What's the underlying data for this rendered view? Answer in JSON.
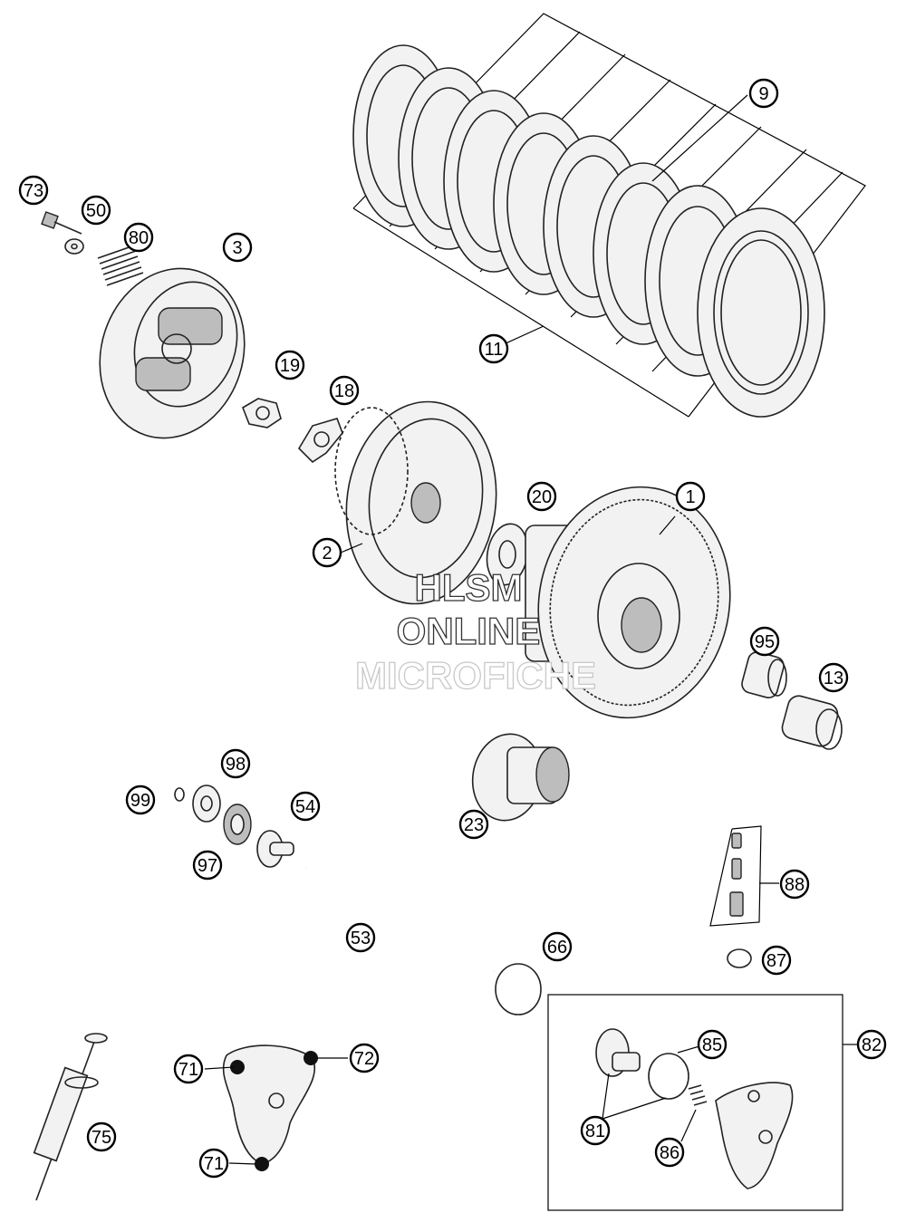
{
  "callouts": [
    {
      "id": "c1",
      "label": "1"
    },
    {
      "id": "c2",
      "label": "2"
    },
    {
      "id": "c3",
      "label": "3"
    },
    {
      "id": "c9",
      "label": "9"
    },
    {
      "id": "c11",
      "label": "11"
    },
    {
      "id": "c13",
      "label": "13"
    },
    {
      "id": "c18",
      "label": "18"
    },
    {
      "id": "c19",
      "label": "19"
    },
    {
      "id": "c20",
      "label": "20"
    },
    {
      "id": "c23",
      "label": "23"
    },
    {
      "id": "c50",
      "label": "50"
    },
    {
      "id": "c53",
      "label": "53"
    },
    {
      "id": "c54",
      "label": "54"
    },
    {
      "id": "c66",
      "label": "66"
    },
    {
      "id": "c71a",
      "label": "71"
    },
    {
      "id": "c71b",
      "label": "71"
    },
    {
      "id": "c72",
      "label": "72"
    },
    {
      "id": "c73",
      "label": "73"
    },
    {
      "id": "c75",
      "label": "75"
    },
    {
      "id": "c80",
      "label": "80"
    },
    {
      "id": "c81",
      "label": "81"
    },
    {
      "id": "c82",
      "label": "82"
    },
    {
      "id": "c85",
      "label": "85"
    },
    {
      "id": "c86",
      "label": "86"
    },
    {
      "id": "c87",
      "label": "87"
    },
    {
      "id": "c88",
      "label": "88"
    },
    {
      "id": "c95",
      "label": "95"
    },
    {
      "id": "c97",
      "label": "97"
    },
    {
      "id": "c98",
      "label": "98"
    },
    {
      "id": "c99",
      "label": "99"
    }
  ],
  "watermark": {
    "line1": "HLSM",
    "line2": "ONLINE",
    "line3": "MICROFICHE"
  }
}
